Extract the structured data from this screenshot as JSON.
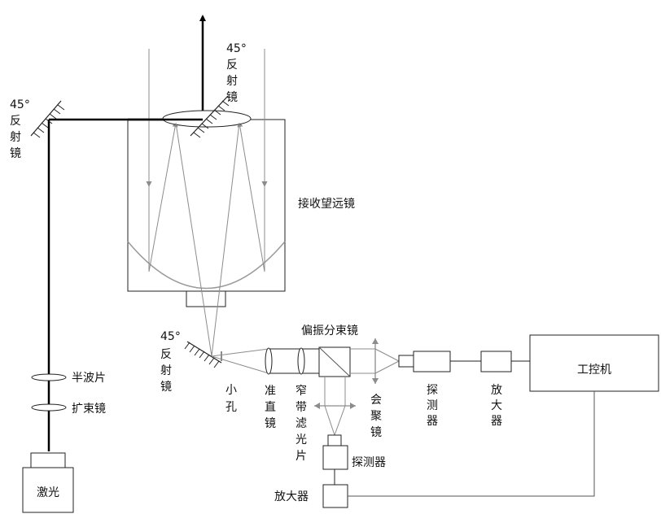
{
  "labels": {
    "mirror_top_angle": "45°",
    "mirror_top_c1": "反",
    "mirror_top_c2": "射",
    "mirror_top_c3": "镜",
    "mirror_left_angle": "45°",
    "mirror_left_c1": "反",
    "mirror_left_c2": "射",
    "mirror_left_c3": "镜",
    "mirror_lower_angle": "45°",
    "mirror_lower_c1": "反",
    "mirror_lower_c2": "射",
    "mirror_lower_c3": "镜",
    "telescope": "接收望远镜",
    "half_wave_plate": "半波片",
    "beam_expander": "扩束镜",
    "laser": "激光",
    "pinhole_c1": "小",
    "pinhole_c2": "孔",
    "collimator_c1": "准",
    "collimator_c2": "直",
    "collimator_c3": "镜",
    "filter_c1": "窄",
    "filter_c2": "带",
    "filter_c3": "滤",
    "filter_c4": "光",
    "filter_c5": "片",
    "pbs": "偏振分束镜",
    "focus_lens_c1": "会",
    "focus_lens_c2": "聚",
    "focus_lens_c3": "镜",
    "detector1_c1": "探",
    "detector1_c2": "测",
    "detector1_c3": "器",
    "amplifier1_c1": "放",
    "amplifier1_c2": "大",
    "amplifier1_c3": "器",
    "computer": "工控机",
    "detector2": "探测器",
    "amplifier2": "放大器"
  },
  "colors": {
    "beam": "#000000",
    "optics": "#8c8c8c",
    "outline": "#222222",
    "text": "#111111"
  }
}
